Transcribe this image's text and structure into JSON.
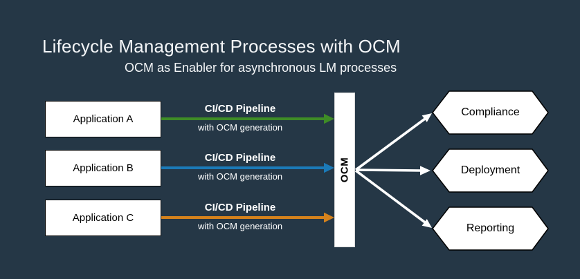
{
  "title": "Lifecycle Management Processes with OCM",
  "subtitle": "OCM as Enabler for asynchronous LM processes",
  "colors": {
    "background": "#253746",
    "node_fill": "#ffffff",
    "node_border": "#000000",
    "text_light": "#ffffff",
    "text_dark": "#000000",
    "pipeline_a": "#3e8c26",
    "pipeline_b": "#1b7ab8",
    "pipeline_c": "#d5821c",
    "fan_arrow": "#ffffff"
  },
  "applications": [
    {
      "label": "Application A",
      "pipeline_label": "CI/CD Pipeline",
      "pipeline_sublabel": "with OCM generation",
      "color": "#3e8c26"
    },
    {
      "label": "Application B",
      "pipeline_label": "CI/CD Pipeline",
      "pipeline_sublabel": "with OCM generation",
      "color": "#1b7ab8"
    },
    {
      "label": "Application C",
      "pipeline_label": "CI/CD Pipeline",
      "pipeline_sublabel": "with OCM generation",
      "color": "#d5821c"
    }
  ],
  "ocm": {
    "label": "OCM"
  },
  "processes": [
    {
      "label": "Compliance"
    },
    {
      "label": "Deployment"
    },
    {
      "label": "Reporting"
    }
  ]
}
